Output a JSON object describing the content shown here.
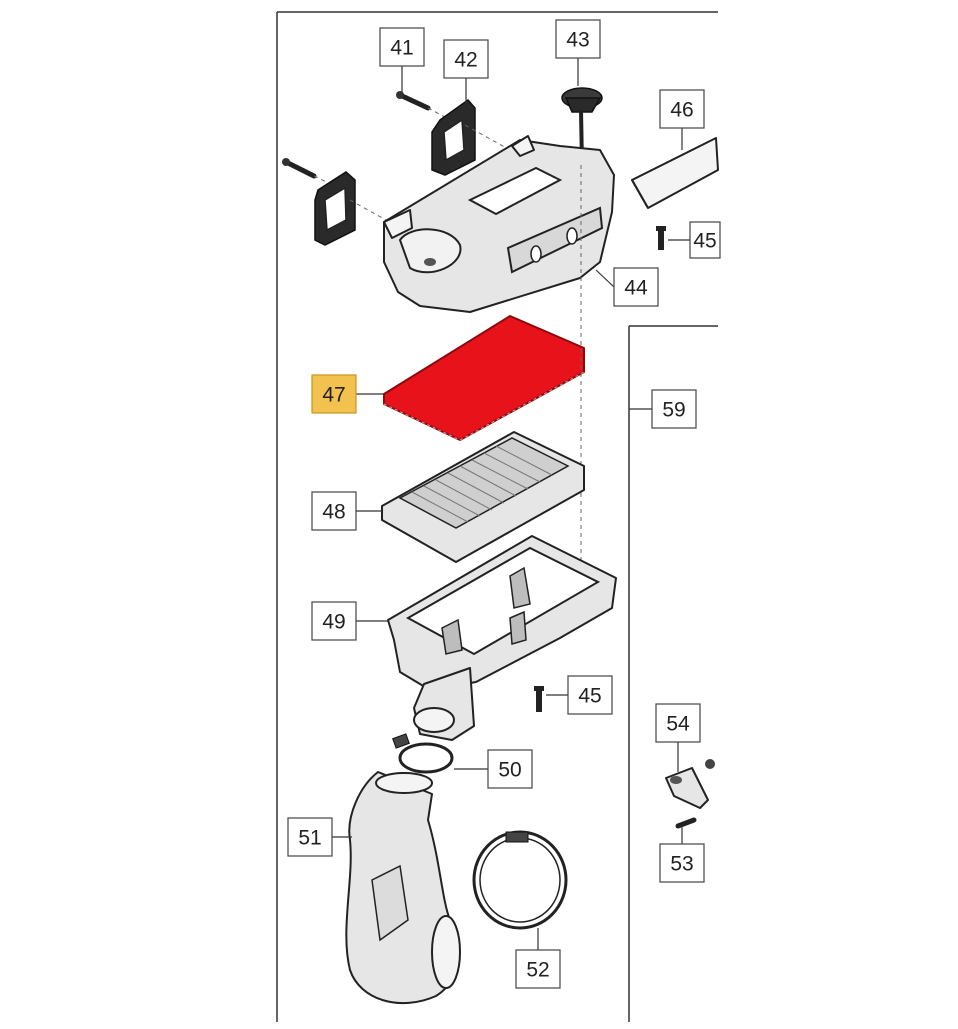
{
  "diagram": {
    "highlight_color": "#e8121a",
    "highlight_label_color": "#f2c14e",
    "highlighted_part": "47",
    "callouts": [
      {
        "id": "c41",
        "label": "41"
      },
      {
        "id": "c42",
        "label": "42"
      },
      {
        "id": "c43",
        "label": "43"
      },
      {
        "id": "c46",
        "label": "46"
      },
      {
        "id": "c45a",
        "label": "45"
      },
      {
        "id": "c44",
        "label": "44"
      },
      {
        "id": "c47",
        "label": "47"
      },
      {
        "id": "c59",
        "label": "59"
      },
      {
        "id": "c48",
        "label": "48"
      },
      {
        "id": "c49",
        "label": "49"
      },
      {
        "id": "c45b",
        "label": "45"
      },
      {
        "id": "c54",
        "label": "54"
      },
      {
        "id": "c50",
        "label": "50"
      },
      {
        "id": "c51",
        "label": "51"
      },
      {
        "id": "c53",
        "label": "53"
      },
      {
        "id": "c52",
        "label": "52"
      }
    ]
  }
}
